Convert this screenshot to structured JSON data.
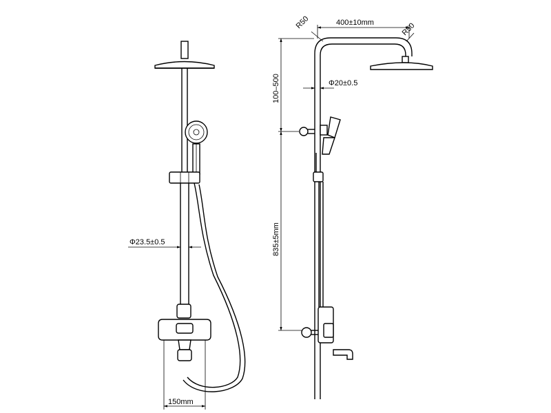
{
  "dimensions": {
    "arm_length": "400±10mm",
    "bend_radius_left": "R50",
    "bend_radius_right": "R50",
    "riser_diameter": "Φ20±0.5",
    "height_adjust": "100–500",
    "riser_length": "835±5mm",
    "main_pipe_diameter": "Φ23.5±0.5",
    "center_distance": "150mm"
  }
}
